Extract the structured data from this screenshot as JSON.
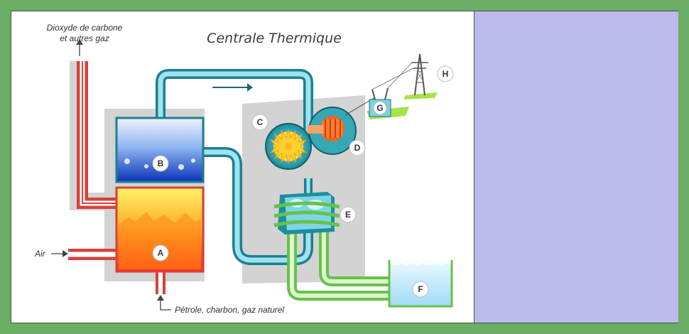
{
  "diagram": {
    "title": "Centrale Thermique",
    "notes": {
      "exhaust_line1": "Dioxyde de carbone",
      "exhaust_line2": "et autres gaz",
      "air": "Air",
      "fuel": "Pétrole, charbon, gaz naturel"
    },
    "labels": {
      "A": "A",
      "B": "B",
      "C": "C",
      "D": "D",
      "E": "E",
      "F": "F",
      "G": "G",
      "H": "H"
    }
  },
  "colors": {
    "page_background": "#6aae65",
    "side_panel": "#babbec",
    "steam_pipe": "#1e7f8f",
    "cooling_pipe": "#66c24a",
    "exhaust_pipe": "#d8413a"
  }
}
